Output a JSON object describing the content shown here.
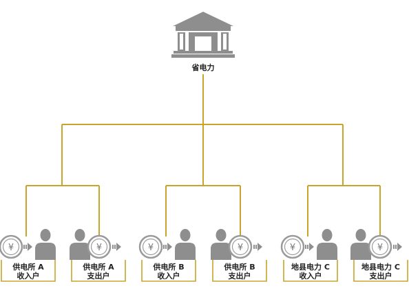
{
  "root": {
    "label": "省电力",
    "icon": "bank-building-icon"
  },
  "colors": {
    "connector": "#C8A42A",
    "icon_gray": "#8E8E8E",
    "coin_ring": "#9A9A9A",
    "arrow": "#8E8E8E",
    "text": "#222222"
  },
  "branches": [
    {
      "accounts": [
        {
          "name": "供电所 A",
          "type": "收入户",
          "coin_side": "left"
        },
        {
          "name": "供电所 A",
          "type": "支出户",
          "coin_side": "right"
        }
      ]
    },
    {
      "accounts": [
        {
          "name": "供电所 B",
          "type": "收入户",
          "coin_side": "left"
        },
        {
          "name": "供电所 B",
          "type": "支出户",
          "coin_side": "right"
        }
      ]
    },
    {
      "accounts": [
        {
          "name": "地县电力 C",
          "type": "收入户",
          "coin_side": "left"
        },
        {
          "name": "地县电力 C",
          "type": "支出户",
          "coin_side": "right"
        }
      ]
    }
  ],
  "coin_symbol": "¥",
  "person_icon": "person-icon",
  "coin_icon": "yen-coin-icon",
  "arrow_icon": "arrow-right-icon"
}
